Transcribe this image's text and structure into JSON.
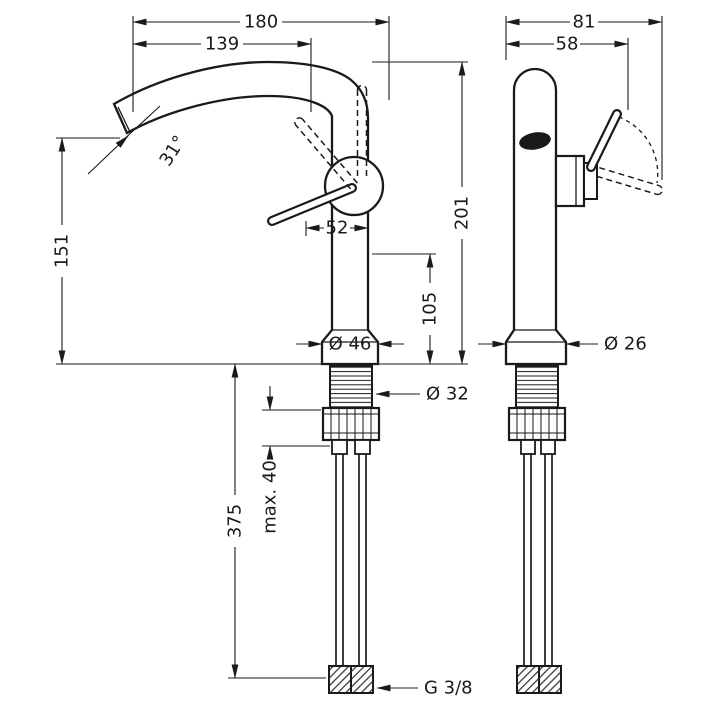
{
  "page": {
    "background": "#ffffff",
    "line_color": "#1a1a1a"
  },
  "front_view": {
    "dims": {
      "total_reach": "180",
      "spout_reach": "139",
      "spout_angle": "31°",
      "spout_height": "151",
      "total_height": "201",
      "outlet_height": "105",
      "handle_width": "52",
      "base_diameter": "Ø 46",
      "shank_diameter": "Ø 32",
      "max_deck_thickness": "max. 40",
      "hose_length": "375",
      "connection_thread": "G 3/8"
    }
  },
  "side_view": {
    "dims": {
      "total_depth": "81",
      "body_depth": "58",
      "base_diameter": "Ø 26"
    }
  }
}
